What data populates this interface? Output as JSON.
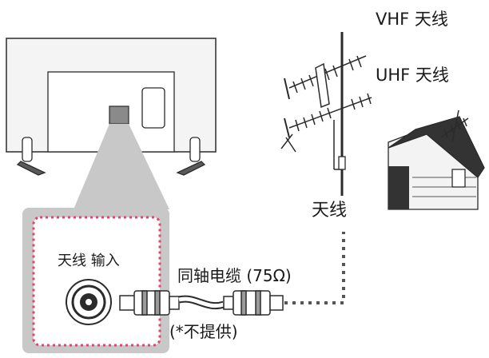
{
  "labels": {
    "vhf": "VHF 天线",
    "uhf": "UHF 天线",
    "antenna": "天线",
    "antenna_input": "天线 输入",
    "coax_cable": "同轴电缆 (75Ω)",
    "not_provided": "(*不提供)"
  },
  "colors": {
    "line": "#2b2b2b",
    "tv_fill": "#f4f4f4",
    "callout_gray": "#c8c8c8",
    "dotted_outline": "#e0456e",
    "roof": "#333333",
    "wall": "#f3f3f3"
  }
}
